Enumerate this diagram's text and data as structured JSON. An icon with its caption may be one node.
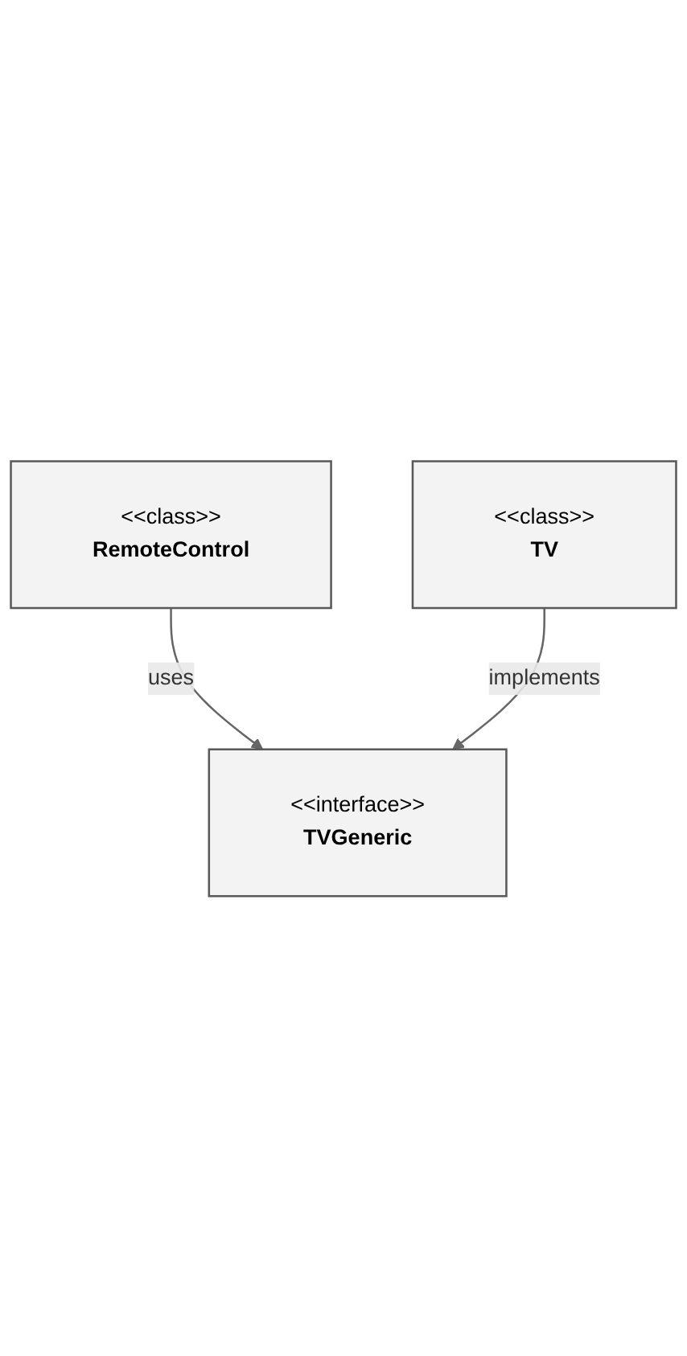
{
  "diagram": {
    "nodes": [
      {
        "text": [
          "<<class>>",
          "RemoteControl"
        ]
      },
      {
        "text": [
          "<<interface>>",
          "TVGeneric"
        ]
      },
      {
        "text": [
          "<<class>>",
          "TV"
        ]
      }
    ],
    "edges": [
      {
        "from": 0,
        "to": 1,
        "arrow": "to",
        "label": "uses"
      },
      {
        "from": 2,
        "to": 1,
        "arrow": "to",
        "label": "implements"
      }
    ]
  }
}
